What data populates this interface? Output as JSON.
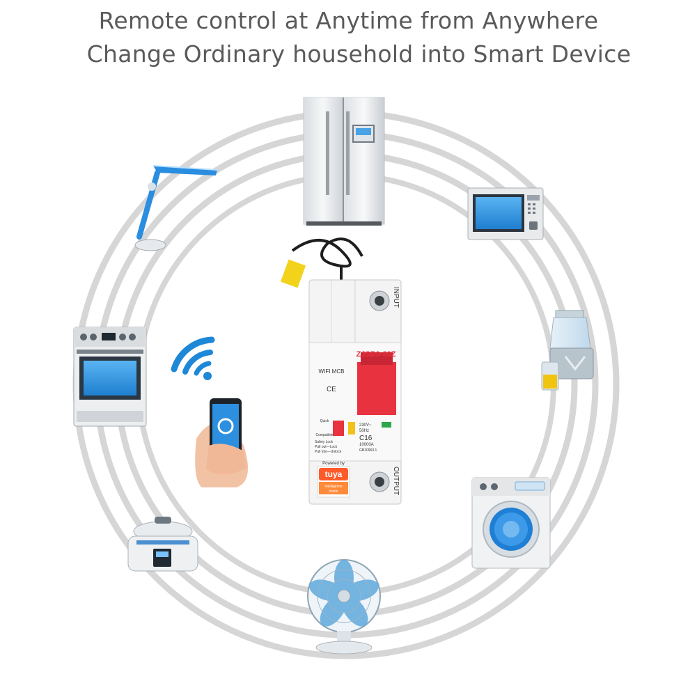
{
  "headline": {
    "line1": "Remote control at Anytime from Anywhere",
    "line2": "Change Ordinary household into Smart Device"
  },
  "breaker": {
    "model": "ZJSB9-80Z",
    "type_label": "WIFI MCB",
    "ce_mark": "CE",
    "input_label": "INPUT",
    "output_label": "OUTPUT",
    "rating_voltage": "230V~",
    "rating_freq": "50Hz",
    "rating_current": "C16",
    "breaking_capacity": "10000A",
    "standard": "GB10963.1",
    "quick_label": "Quick",
    "compatible_label": "Compatible",
    "lock_line1": "Safety Lock",
    "lock_line2": "Pull out—Lock",
    "lock_line3": "Pull into—Unlock",
    "powered_by": "Powered by",
    "brand": "tuya",
    "brand_sub1": "Intelligence",
    "brand_sub2": "Inside"
  },
  "colors": {
    "ring": "#d4d4d4",
    "text": "#5a5a5a",
    "accent_blue": "#1e88d8",
    "handle_red": "#e8323f",
    "tag_yellow": "#f2d21a",
    "tuya_orange": "#ff5a2a"
  },
  "devices": [
    "refrigerator-icon",
    "microwave-icon",
    "juicer-icon",
    "washing-machine-icon",
    "fan-icon",
    "rice-cooker-icon",
    "oven-icon",
    "desk-lamp-icon",
    "wifi-icon",
    "smartphone-icon"
  ]
}
